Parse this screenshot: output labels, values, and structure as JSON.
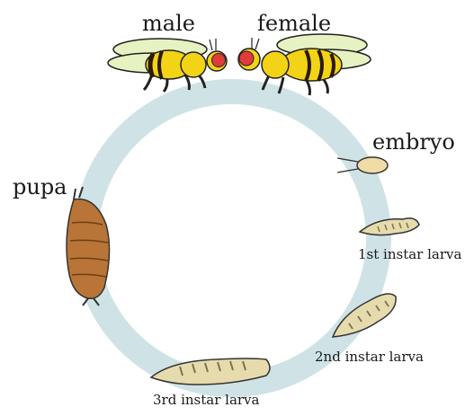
{
  "labels": {
    "male": "male",
    "female": "female",
    "embryo": "embryo",
    "larva1": "1st instar larva",
    "larva2": "2nd instar larva",
    "larva3": "3rd instar larva",
    "pupa": "pupa"
  },
  "colors": {
    "cycle_ring": "#cfe3e6",
    "fly_body": "#f3d316",
    "fly_stripe": "#2b1a00",
    "fly_eye": "#e23b3b",
    "wing": "#e6f2c2",
    "embryo": "#efdca6",
    "larva": "#e6dbac",
    "larva_segment": "#7d7150",
    "pupa": "#b87537",
    "pupa_dark": "#6e3e14"
  },
  "icons": {
    "male": "male-fly-icon",
    "female": "female-fly-icon",
    "embryo": "embryo-icon",
    "larva1": "first-instar-larva-icon",
    "larva2": "second-instar-larva-icon",
    "larva3": "third-instar-larva-icon",
    "pupa": "pupa-icon"
  }
}
